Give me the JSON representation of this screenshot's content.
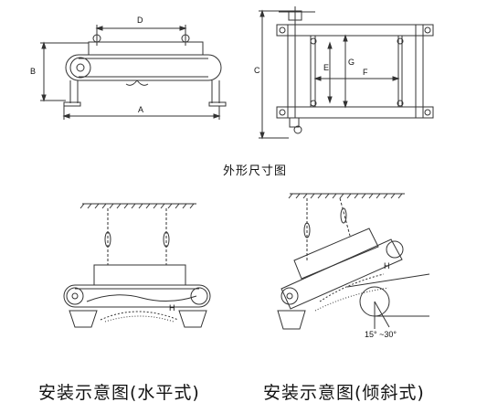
{
  "dimension_labels": {
    "a": "A",
    "b": "B",
    "c": "C",
    "d": "D",
    "e": "E",
    "f": "F",
    "g": "G",
    "h": "H"
  },
  "outline_title": "外形尺寸图",
  "tilt_angle_label": "15° ~30°",
  "captions": {
    "horizontal": "安装示意图(水平式)",
    "inclined": "安装示意图(倾斜式)"
  },
  "colors": {
    "line": "#333333",
    "background": "#ffffff"
  }
}
